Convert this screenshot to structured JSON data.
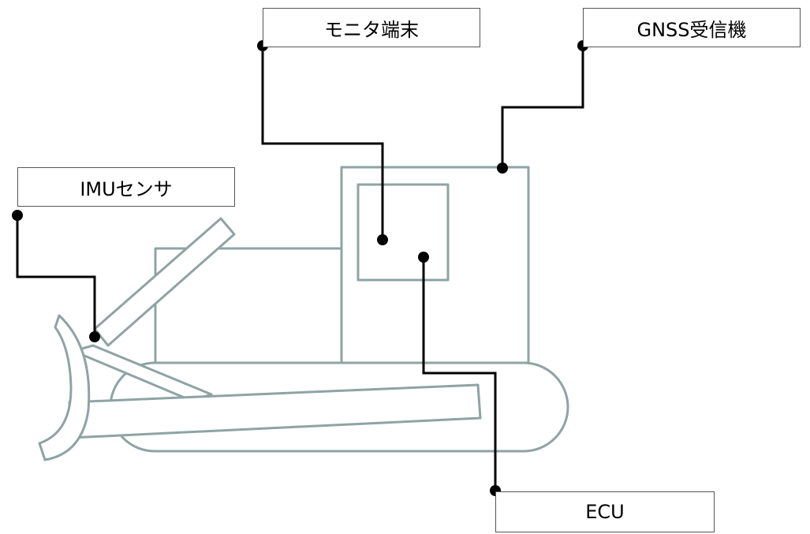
{
  "labels": {
    "monitor": "モニタ端末",
    "gnss": "GNSS受信機",
    "imu": "IMUセンサ",
    "ecu": "ECU"
  },
  "colors": {
    "machine_outline": "#8fa3a3",
    "leader_line": "#000000"
  }
}
